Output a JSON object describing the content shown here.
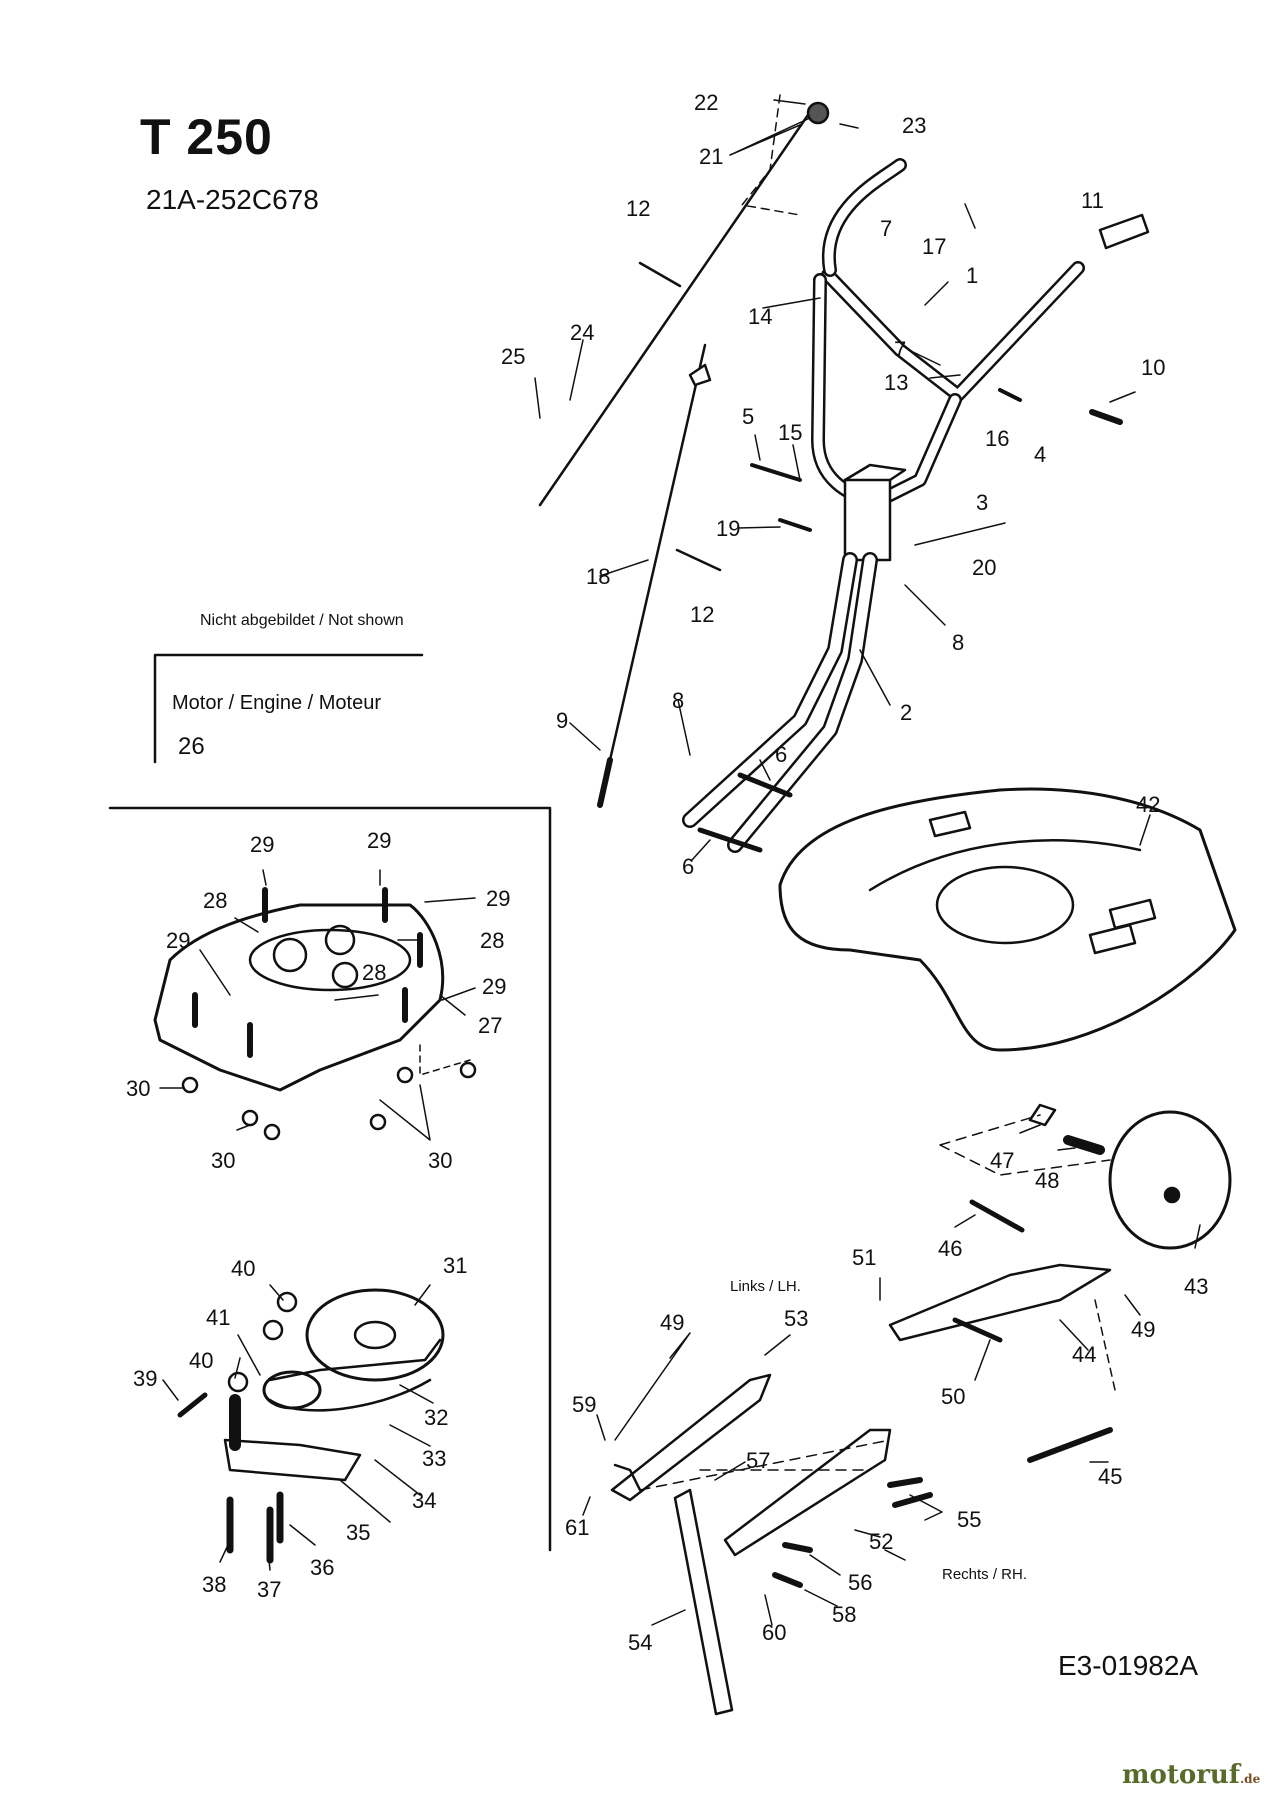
{
  "header": {
    "title": "T 250",
    "model": "21A-252C678"
  },
  "legend": {
    "not_shown": "Nicht abgebildet / Not shown",
    "motor_label": "Motor / Engine / Moteur",
    "motor_part": "26"
  },
  "side_labels": {
    "left": "Links / LH.",
    "right": "Rechts / RH."
  },
  "footer": {
    "drawing_code": "E3-01982A",
    "watermark_main": "motoruf",
    "watermark_suffix": ".de"
  },
  "callouts": [
    {
      "id": "c22",
      "text": "22"
    },
    {
      "id": "c23",
      "text": "23"
    },
    {
      "id": "c21",
      "text": "21"
    },
    {
      "id": "c12a",
      "text": "12"
    },
    {
      "id": "c7a",
      "text": "7"
    },
    {
      "id": "c17",
      "text": "17"
    },
    {
      "id": "c11",
      "text": "11"
    },
    {
      "id": "c1",
      "text": "1"
    },
    {
      "id": "c14",
      "text": "14"
    },
    {
      "id": "c24",
      "text": "24"
    },
    {
      "id": "c25",
      "text": "25"
    },
    {
      "id": "c7b",
      "text": "7"
    },
    {
      "id": "c13",
      "text": "13"
    },
    {
      "id": "c10",
      "text": "10"
    },
    {
      "id": "c5",
      "text": "5"
    },
    {
      "id": "c15",
      "text": "15"
    },
    {
      "id": "c16",
      "text": "16"
    },
    {
      "id": "c4",
      "text": "4"
    },
    {
      "id": "c3",
      "text": "3"
    },
    {
      "id": "c19",
      "text": "19"
    },
    {
      "id": "c20",
      "text": "20"
    },
    {
      "id": "c18",
      "text": "18"
    },
    {
      "id": "c12b",
      "text": "12"
    },
    {
      "id": "c8a",
      "text": "8"
    },
    {
      "id": "c2",
      "text": "2"
    },
    {
      "id": "c9",
      "text": "9"
    },
    {
      "id": "c8b",
      "text": "8"
    },
    {
      "id": "c6a",
      "text": "6"
    },
    {
      "id": "c6b",
      "text": "6"
    },
    {
      "id": "c42",
      "text": "42"
    },
    {
      "id": "c29a",
      "text": "29"
    },
    {
      "id": "c29b",
      "text": "29"
    },
    {
      "id": "c29c",
      "text": "29"
    },
    {
      "id": "c28a",
      "text": "28"
    },
    {
      "id": "c28b",
      "text": "28"
    },
    {
      "id": "c29d",
      "text": "29"
    },
    {
      "id": "c28c",
      "text": "28"
    },
    {
      "id": "c29e",
      "text": "29"
    },
    {
      "id": "c27",
      "text": "27"
    },
    {
      "id": "c30a",
      "text": "30"
    },
    {
      "id": "c30b",
      "text": "30"
    },
    {
      "id": "c30c",
      "text": "30"
    },
    {
      "id": "c47",
      "text": "47"
    },
    {
      "id": "c48",
      "text": "48"
    },
    {
      "id": "c46",
      "text": "46"
    },
    {
      "id": "c43",
      "text": "43"
    },
    {
      "id": "c51",
      "text": "51"
    },
    {
      "id": "c49a",
      "text": "49"
    },
    {
      "id": "c44",
      "text": "44"
    },
    {
      "id": "c50",
      "text": "50"
    },
    {
      "id": "c45",
      "text": "45"
    },
    {
      "id": "c40a",
      "text": "40"
    },
    {
      "id": "c31",
      "text": "31"
    },
    {
      "id": "c41",
      "text": "41"
    },
    {
      "id": "c40b",
      "text": "40"
    },
    {
      "id": "c39",
      "text": "39"
    },
    {
      "id": "c32",
      "text": "32"
    },
    {
      "id": "c33",
      "text": "33"
    },
    {
      "id": "c34",
      "text": "34"
    },
    {
      "id": "c35",
      "text": "35"
    },
    {
      "id": "c36",
      "text": "36"
    },
    {
      "id": "c38",
      "text": "38"
    },
    {
      "id": "c37",
      "text": "37"
    },
    {
      "id": "c49b",
      "text": "49"
    },
    {
      "id": "c53",
      "text": "53"
    },
    {
      "id": "c59",
      "text": "59"
    },
    {
      "id": "c57",
      "text": "57"
    },
    {
      "id": "c61",
      "text": "61"
    },
    {
      "id": "c55",
      "text": "55"
    },
    {
      "id": "c52",
      "text": "52"
    },
    {
      "id": "c56",
      "text": "56"
    },
    {
      "id": "c58",
      "text": "58"
    },
    {
      "id": "c60",
      "text": "60"
    },
    {
      "id": "c54",
      "text": "54"
    }
  ]
}
